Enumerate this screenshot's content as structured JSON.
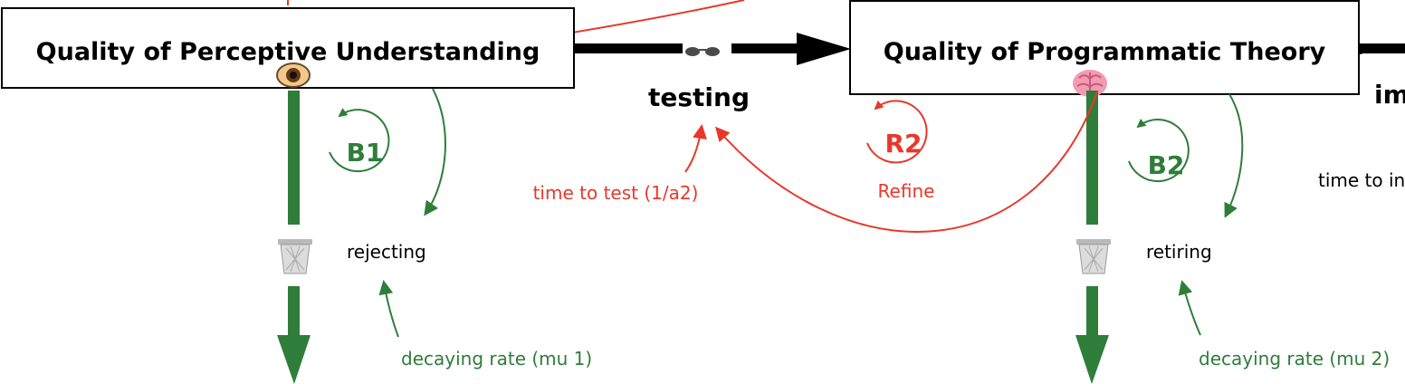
{
  "colors": {
    "green": "#2f7d3a",
    "red": "#e8382a",
    "black": "#000000"
  },
  "stocks": {
    "perceptive": {
      "label": "Quality of Perceptive Understanding",
      "icon": "eye-icon"
    },
    "programmatic": {
      "label": "Quality of Programmatic Theory",
      "icon": "brain-icon"
    }
  },
  "flows": {
    "testing": {
      "label": "testing",
      "icon": "glasses-icon"
    },
    "implementing": {
      "label": "im"
    },
    "rejecting": {
      "label": "rejecting",
      "icon": "trash-can-icon"
    },
    "retiring": {
      "label": "retiring",
      "icon": "trash-can-icon"
    }
  },
  "auxiliaries": {
    "time_to_test": "time to test (1/a2)",
    "decaying_rate_1": "decaying rate (mu 1)",
    "decaying_rate_2": "decaying rate (mu 2)",
    "time_to_implement": "time to in"
  },
  "loops": {
    "b1": {
      "id": "B1"
    },
    "b2": {
      "id": "B2"
    },
    "r2": {
      "id": "R2",
      "name": "Refine"
    }
  }
}
